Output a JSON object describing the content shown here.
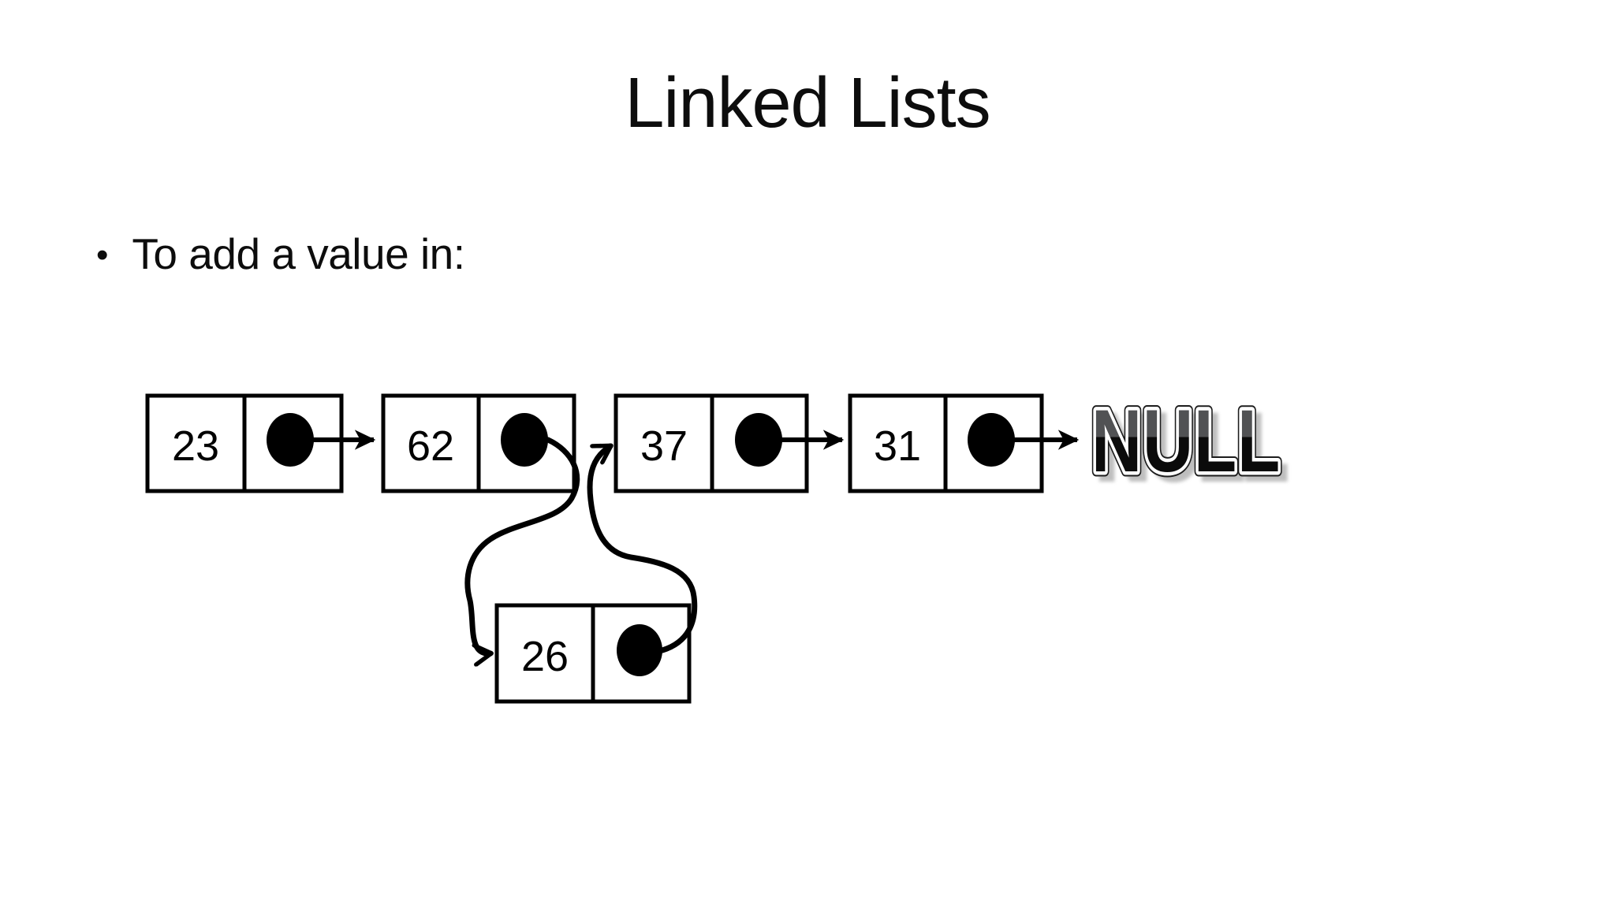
{
  "slide": {
    "title": "Linked Lists",
    "bullet_marker": "•",
    "bullet_text": "To add a value in:"
  },
  "diagram": {
    "type": "singly-linked-list-insertion",
    "null_label": "NULL",
    "nodes": [
      {
        "value": "23"
      },
      {
        "value": "62"
      },
      {
        "value": "37"
      },
      {
        "value": "31"
      },
      {
        "value": "26"
      }
    ],
    "links": [
      {
        "from": "23",
        "to": "62"
      },
      {
        "from": "62",
        "to": "26"
      },
      {
        "from": "26",
        "to": "37"
      },
      {
        "from": "37",
        "to": "31"
      },
      {
        "from": "31",
        "to": "NULL"
      }
    ],
    "colors": {
      "ink": "#000000",
      "background": "#ffffff",
      "null_top": "#515254",
      "null_bottom": "#0b0b0b",
      "null_inner_outline": "#ffffff",
      "null_outer_outline": "#1c1c1c"
    }
  }
}
